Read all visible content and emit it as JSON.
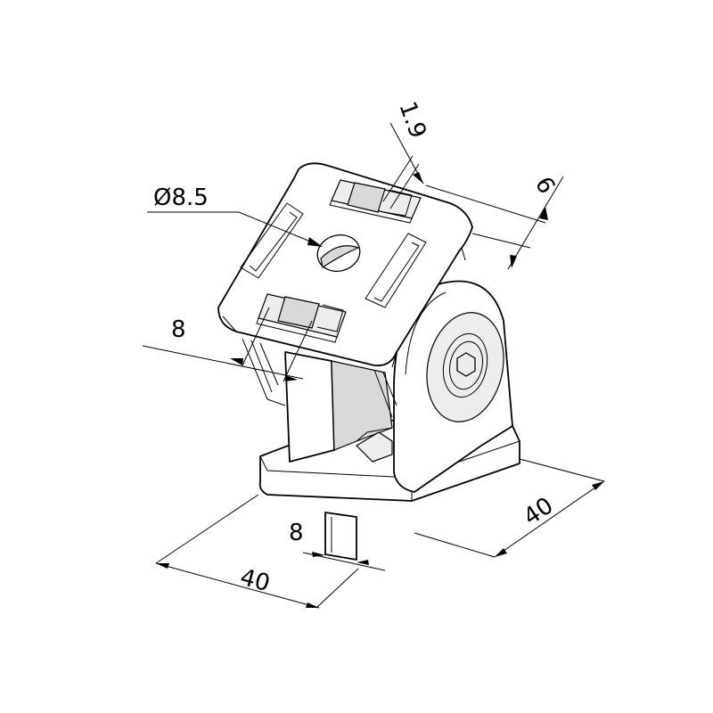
{
  "dimensions": {
    "hole_diameter": "Ø8.5",
    "slot_width_top": "1.9",
    "plate_thickness": "6",
    "slot_width_side": "8",
    "base_width_left": "40",
    "base_width_right": "40",
    "stem_width": "8"
  }
}
